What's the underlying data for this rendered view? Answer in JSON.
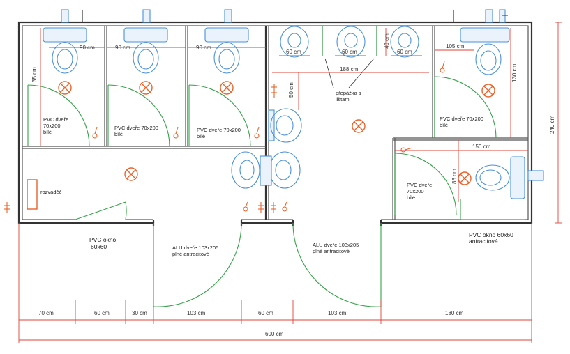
{
  "dimensions": {
    "stall_width": "90 cm",
    "stall_depth": "35 cm",
    "urinal_width": "60 cm",
    "urinal_gap": "40 cm",
    "partition_length": "188 cm",
    "washroom_depth": "50 cm",
    "right_room_width": "105 cm",
    "right_room_depth": "130 cm",
    "shower_width": "150 cm",
    "shower_depth": "86 cm",
    "total_depth": "240 cm",
    "bottom_70": "70 cm",
    "bottom_60a": "60 cm",
    "bottom_30": "30 cm",
    "bottom_103a": "103 cm",
    "bottom_60b": "60 cm",
    "bottom_103b": "103 cm",
    "bottom_180": "180 cm",
    "total_width": "600 cm"
  },
  "labels": {
    "door_pvc_70_a": [
      "PVC dveře",
      "70x200",
      "bílé"
    ],
    "door_pvc_70_b": [
      "PVC dveře 70x200",
      "bílé"
    ],
    "door_pvc_70_c": [
      "PVC dveře 70x200",
      "bílé"
    ],
    "door_pvc_70_d": [
      "PVC dveře 70x200",
      "bílé"
    ],
    "door_pvc_70_e": [
      "PVC dveře",
      "70x200",
      "bílé"
    ],
    "partition": [
      "přepážka s",
      "lištami"
    ],
    "switchboard": "rozvaděč",
    "window_left": [
      "PVC okno",
      "60x60"
    ],
    "window_right": [
      "PVC okno 60x60",
      "antracitové"
    ],
    "alu_door_a": [
      "ALU dveře 103x205",
      "plné antracitové"
    ],
    "alu_door_b": [
      "ALU dveře 103x205",
      "plné antracitové"
    ]
  },
  "colors": {
    "walls": "#333333",
    "doors": "#36a24a",
    "dimensions": "#e2433a",
    "fixtures": "#4a90d9",
    "lights": "#e8632c"
  }
}
